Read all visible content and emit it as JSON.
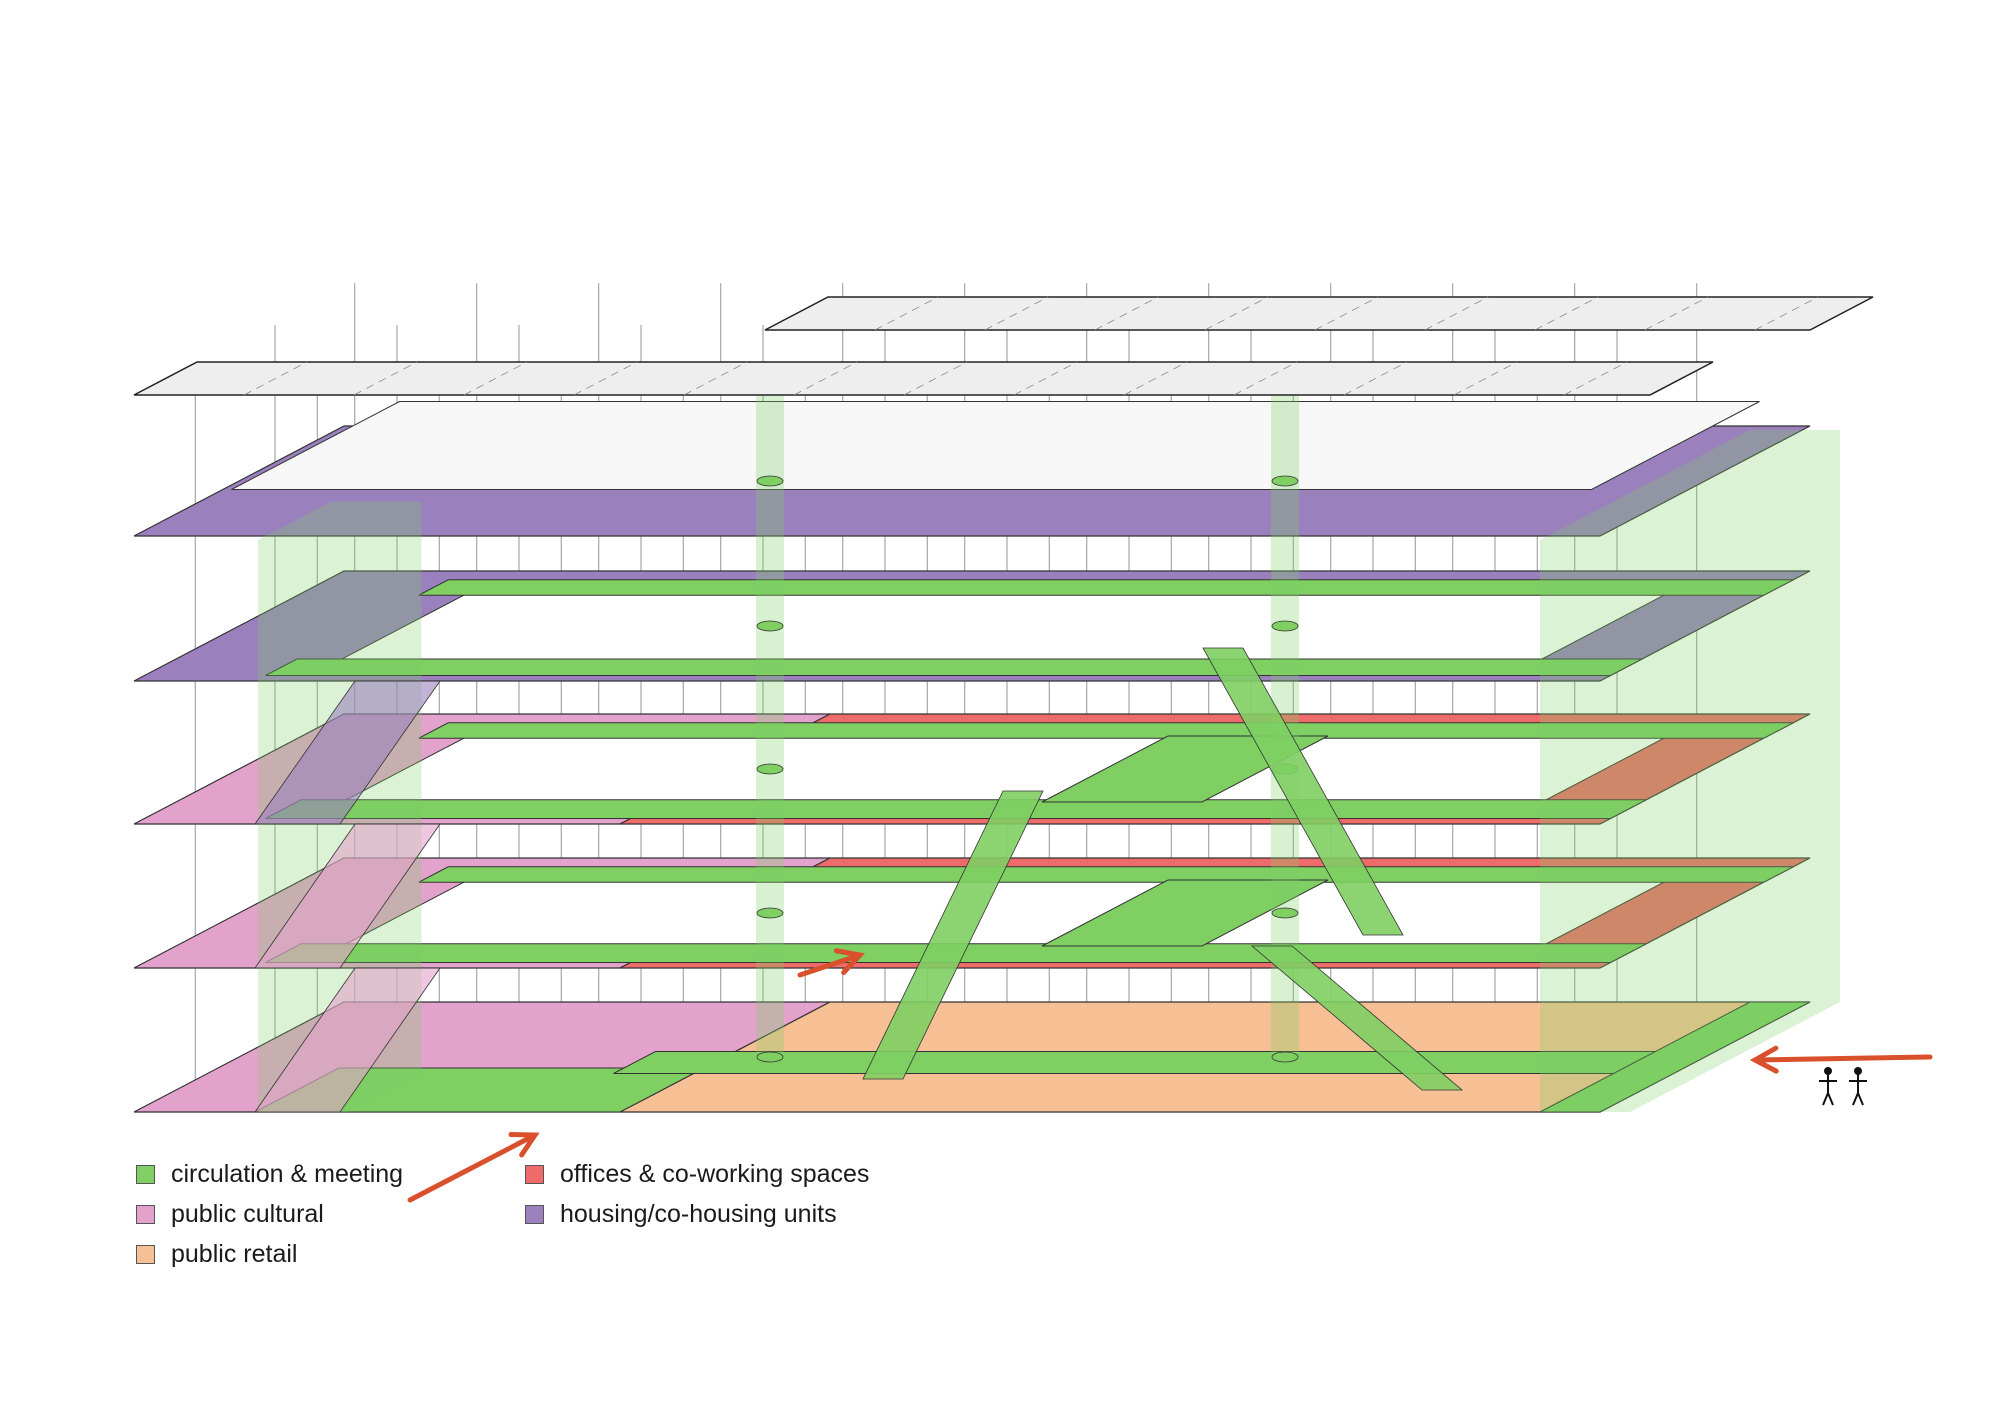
{
  "colors": {
    "circulation": "#7fcf63",
    "cultural": "#e3a2cc",
    "retail": "#f6bf94",
    "offices": "#ef6b6b",
    "housing": "#9a80bd",
    "roof": "#eeeeee",
    "arrow": "#d9512c"
  },
  "legend": [
    {
      "key": "circulation",
      "label": "circulation & meeting"
    },
    {
      "key": "cultural",
      "label": "public cultural"
    },
    {
      "key": "retail",
      "label": "public retail"
    },
    {
      "key": "offices",
      "label": "offices & co-working spaces"
    },
    {
      "key": "housing",
      "label": "housing/co-housing units"
    }
  ],
  "floors": [
    {
      "level": 0,
      "left": "cultural",
      "right": "retail"
    },
    {
      "level": 1,
      "left": "cultural",
      "right": "offices"
    },
    {
      "level": 2,
      "left": "cultural",
      "right": "offices"
    },
    {
      "level": 3,
      "left": "housing",
      "right": "housing"
    },
    {
      "level": 4,
      "left": "housing",
      "right": "housing"
    },
    {
      "level": 5,
      "left": "roof",
      "right": "roof"
    }
  ],
  "entrances": [
    "front-left",
    "front-middle",
    "right-side"
  ],
  "scale_figures": 2
}
